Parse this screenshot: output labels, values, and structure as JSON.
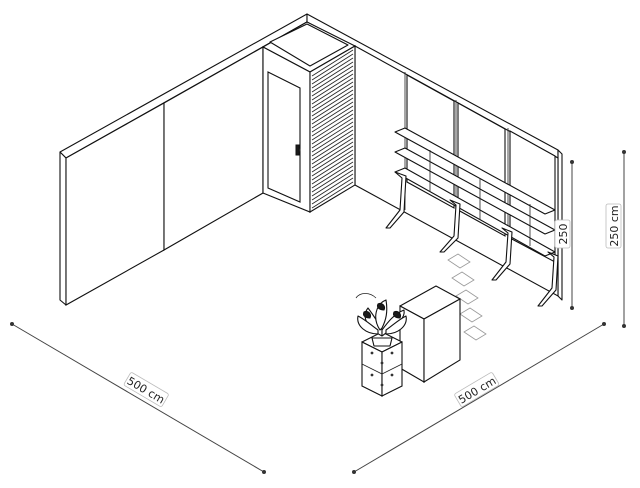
{
  "dimensions": {
    "left_width": "500 cm",
    "right_width": "500 cm",
    "total_height": "250 cm",
    "shelf_height": "250"
  }
}
